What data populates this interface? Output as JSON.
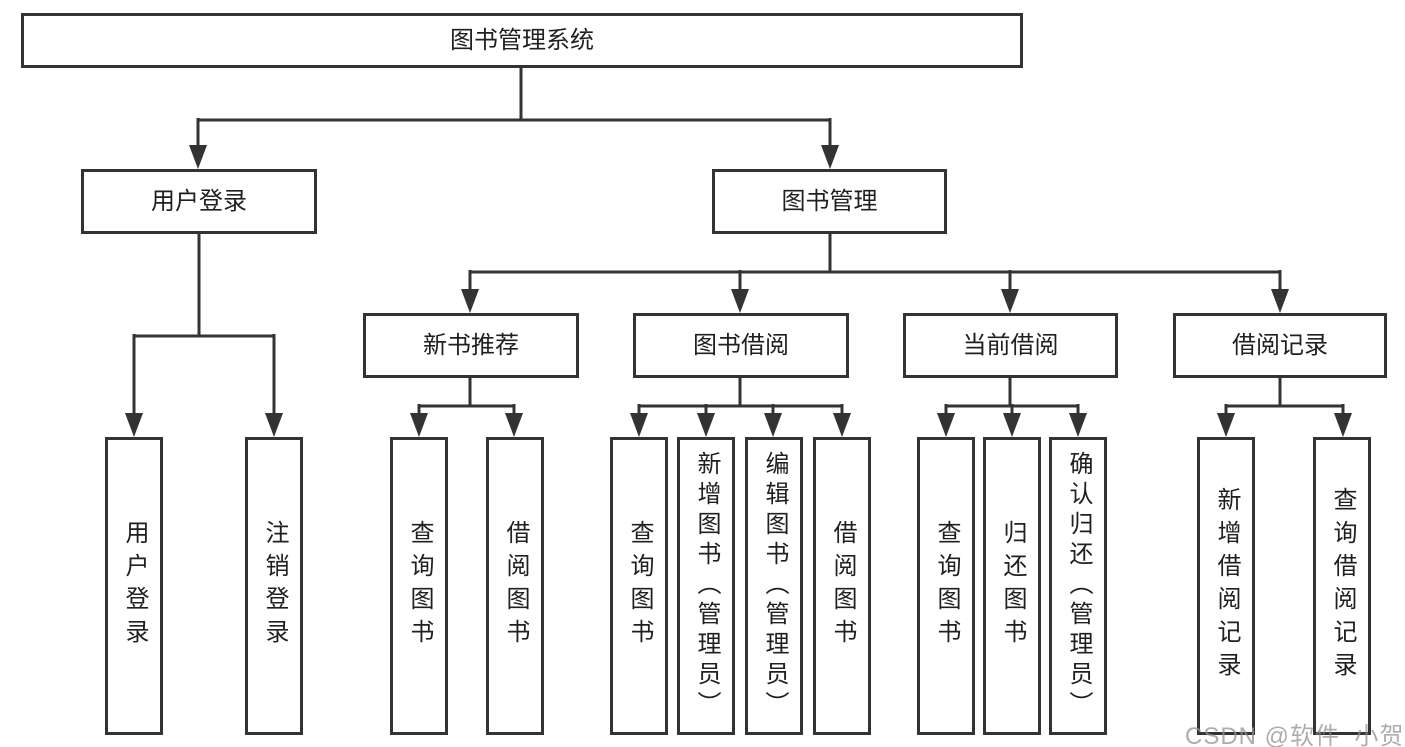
{
  "root": {
    "label": "图书管理系统"
  },
  "user_branch": {
    "label": "用户登录",
    "children": [
      {
        "label": "用户登录"
      },
      {
        "label": "注销登录"
      }
    ]
  },
  "mgmt_branch": {
    "label": "图书管理",
    "groups": [
      {
        "label": "新书推荐",
        "children": [
          {
            "label": "查询图书"
          },
          {
            "label": "借阅图书"
          }
        ]
      },
      {
        "label": "图书借阅",
        "children": [
          {
            "label": "查询图书"
          },
          {
            "label": "新增图书（管理员）"
          },
          {
            "label": "编辑图书（管理员）"
          },
          {
            "label": "借阅图书"
          }
        ]
      },
      {
        "label": "当前借阅",
        "children": [
          {
            "label": "查询图书"
          },
          {
            "label": "归还图书"
          },
          {
            "label": "确认归还（管理员）"
          }
        ]
      },
      {
        "label": "借阅记录",
        "children": [
          {
            "label": "新增借阅记录"
          },
          {
            "label": "查询借阅记录"
          }
        ]
      }
    ]
  },
  "watermark": {
    "text": "CSDN @软件_小贺同学"
  },
  "colors": {
    "line": "#333333",
    "text": "#202020",
    "watermark": "#919191",
    "background": "#ffffff"
  }
}
